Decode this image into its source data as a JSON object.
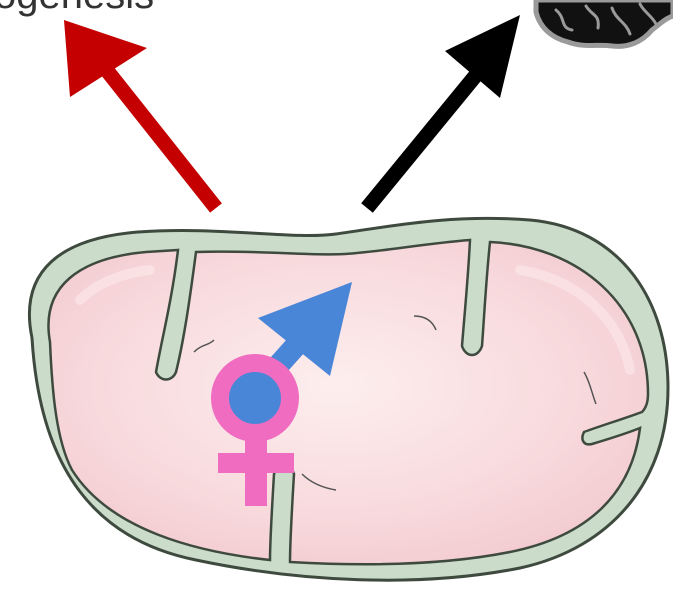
{
  "diagram": {
    "cropped_label_text": "ogenesis",
    "arrows": [
      {
        "name": "red-arrow",
        "color": "#c40000"
      },
      {
        "name": "black-arrow",
        "color": "#000000"
      }
    ],
    "symbols": {
      "male_color": "#4a86d8",
      "female_color": "#f06cc0"
    },
    "mitochondrion": {
      "outer_membrane_color": "#cbdccb",
      "membrane_outline_color": "#3f4a3f",
      "matrix_color": "#f7d5d8",
      "inner_highlight_color": "#fbe3e5"
    },
    "brain_icon_colors": {
      "fill": "#111111",
      "outline": "#9a9a9a"
    }
  }
}
